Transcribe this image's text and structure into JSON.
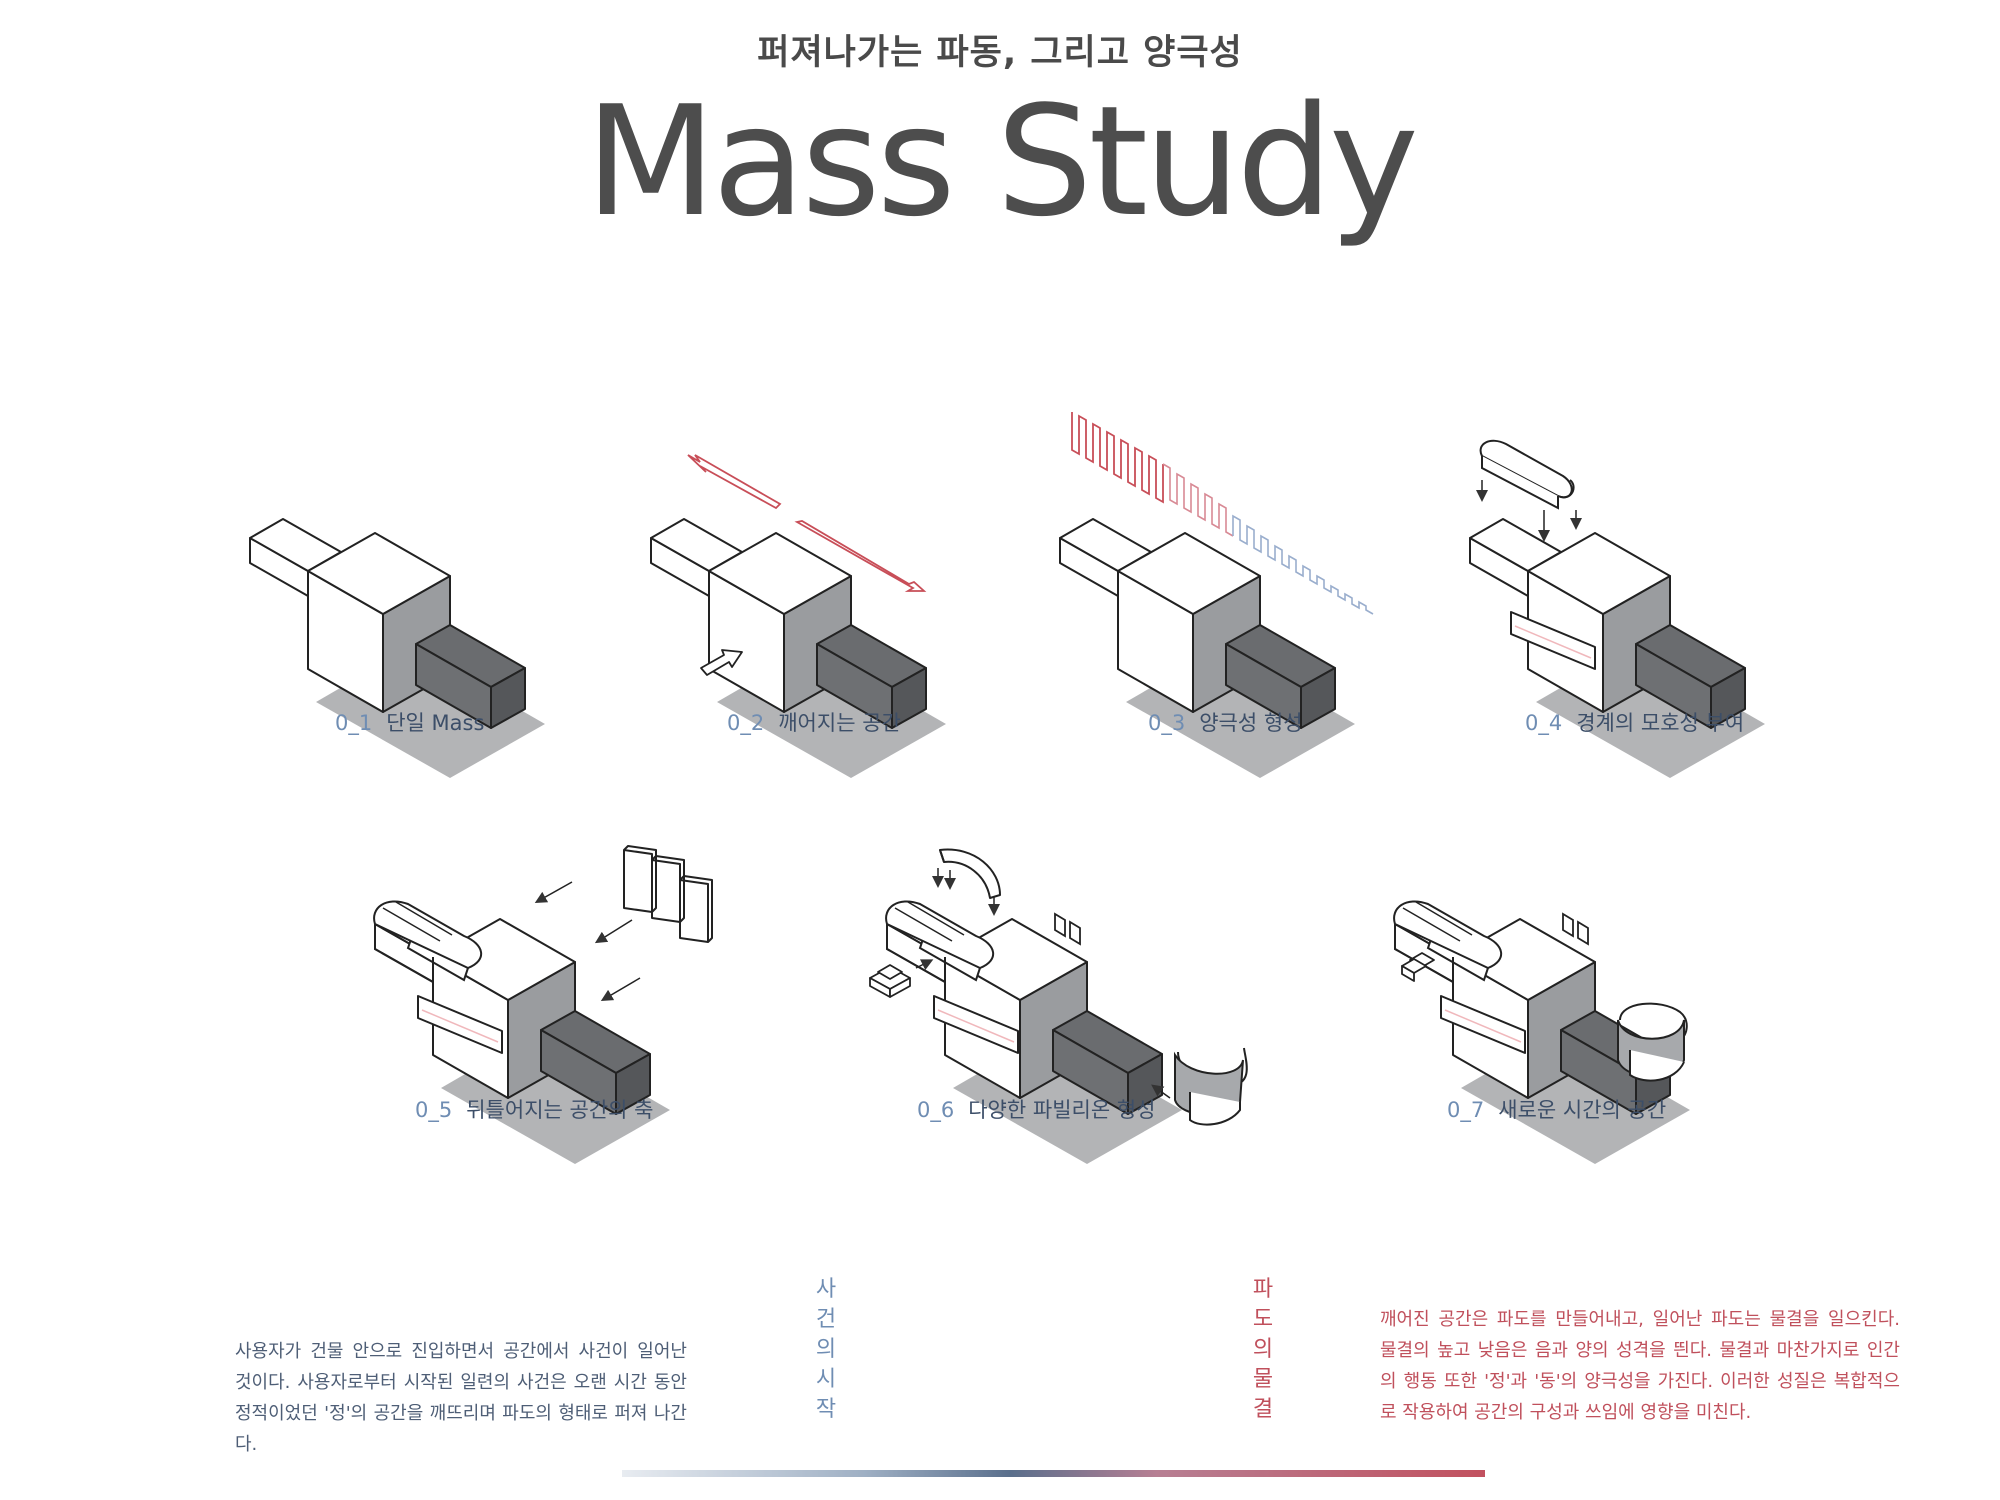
{
  "header": {
    "subtitle": "퍼져나가는 파동, 그리고 양극성",
    "title": "Mass Study"
  },
  "steps": [
    {
      "num": "0_1",
      "label": "단일 Mass"
    },
    {
      "num": "0_2",
      "label": "깨어지는 공간"
    },
    {
      "num": "0_3",
      "label": "양극성 형성"
    },
    {
      "num": "0_4",
      "label": "경계의 모호성 부여"
    },
    {
      "num": "0_5",
      "label": "뒤틀어지는 공간의 축"
    },
    {
      "num": "0_6",
      "label": "다양한 파빌리온 형성"
    },
    {
      "num": "0_7",
      "label": "새로운 시간의 공간"
    }
  ],
  "text": {
    "left_vertical": [
      "사",
      "건",
      "의",
      "시",
      "작"
    ],
    "left_body": "사용자가 건물 안으로 진입하면서 공간에서 사건이 일어난 것이다. 사용자로부터 시작된 일련의 사건은 오랜 시간 동안 정적이었던 '정'의 공간을 깨뜨리며 파도의 형태로 퍼져 나간다.",
    "right_vertical": [
      "파",
      "도",
      "의",
      "물",
      "결"
    ],
    "right_body": "깨어진 공간은 파도를 만들어내고, 일어난 파도는 물결을 일으킨다. 물결의 높고 낮음은 음과 양의 성격을 띈다. 물결과 마찬가지로 인간의 행동 또한 '정'과 '동'의 양극성을 가진다. 이러한 성질은 복합적으로 작용하여 공간의 구성과 쓰임에 영향을 미친다."
  },
  "colors": {
    "blue_accent": "#6f8db3",
    "red_accent": "#c0505c",
    "shadow_gray": "#9a9c9f",
    "dark_gray": "#5a5c5f"
  }
}
